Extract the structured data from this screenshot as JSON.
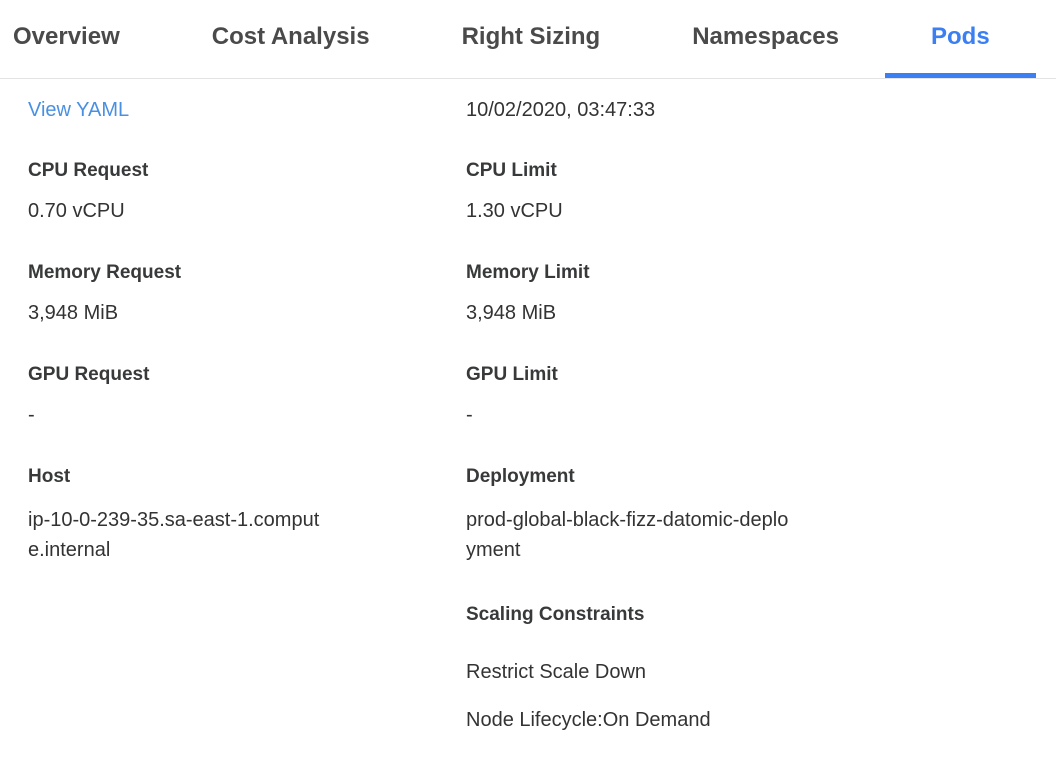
{
  "colors": {
    "accent-blue": "#3b7ff2",
    "link-blue": "#4a90e2",
    "tab-gray": "#4a4a4a",
    "text-dark": "#333333",
    "border-gray": "#e4e4e4"
  },
  "tabs": {
    "active": "Pods",
    "items": [
      {
        "label": "Overview"
      },
      {
        "label": "Cost Analysis"
      },
      {
        "label": "Right Sizing"
      },
      {
        "label": "Namespaces"
      },
      {
        "label": "Pods"
      }
    ]
  },
  "details": {
    "view_yaml_label": "View YAML",
    "timestamp": "10/02/2020, 03:47:33",
    "left_fields": [
      {
        "label": "CPU Request",
        "value": "0.70 vCPU"
      },
      {
        "label": "Memory Request",
        "value": "3,948 MiB"
      },
      {
        "label": "GPU Request",
        "value": "-"
      },
      {
        "label": "Host",
        "value": "ip-10-0-239-35.sa-east-1.comput\ne.internal"
      }
    ],
    "right_fields": [
      {
        "label": "CPU Limit",
        "value": "1.30 vCPU"
      },
      {
        "label": "Memory Limit",
        "value": "3,948 MiB"
      },
      {
        "label": "GPU Limit",
        "value": "-"
      },
      {
        "label": "Deployment",
        "value": "prod-global-black-fizz-datomic-deplo\nyment"
      }
    ],
    "scaling_constraints": {
      "label": "Scaling Constraints",
      "items": [
        "Restrict Scale Down",
        "Node Lifecycle:On Demand"
      ]
    }
  }
}
